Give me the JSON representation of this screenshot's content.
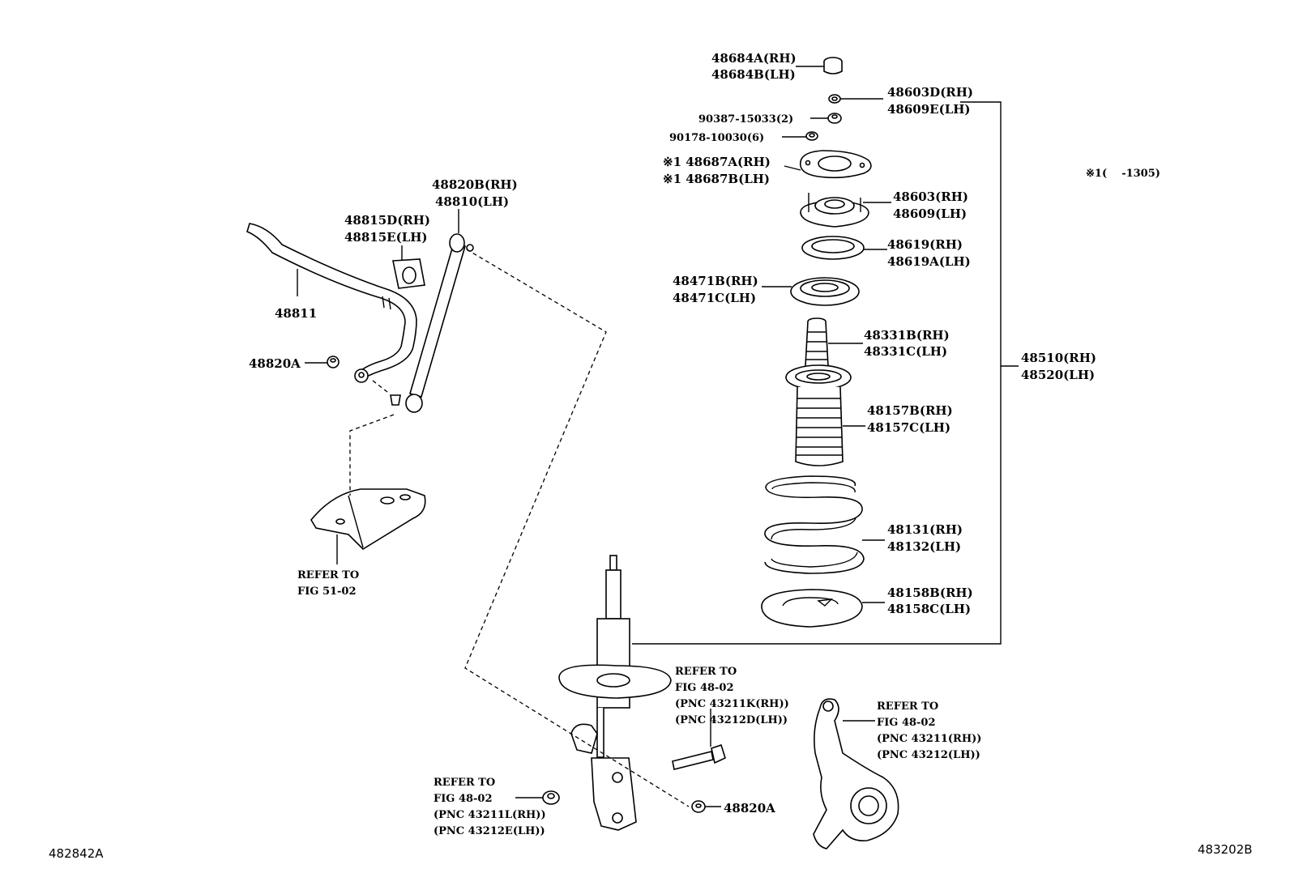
{
  "labels": {
    "l48684a": "48684A(RH)",
    "l48684b": "48684B(LH)",
    "l48603d": "48603D(RH)",
    "l48609e": "48609E(LH)",
    "l90387": "90387-15033(2)",
    "l90178": "90178-10030(6)",
    "l48687a": "※1 48687A(RH)",
    "l48687b": "※1 48687B(LH)",
    "l48603": "48603(RH)",
    "l48609": "48609(LH)",
    "l48619": "48619(RH)",
    "l48619a": "48619A(LH)",
    "l48471b": "48471B(RH)",
    "l48471c": "48471C(LH)",
    "l48331b": "48331B(RH)",
    "l48331c": "48331C(LH)",
    "l48510": "48510(RH)",
    "l48520": "48520(LH)",
    "l48157b": "48157B(RH)",
    "l48157c": "48157C(LH)",
    "l48131": "48131(RH)",
    "l48132": "48132(LH)",
    "l48158b": "48158B(RH)",
    "l48158c": "48158C(LH)",
    "l48820b": "48820B(RH)",
    "l48810": "48810(LH)",
    "l48815d": "48815D(RH)",
    "l48815e": "48815E(LH)",
    "l48811": "48811",
    "l48820a_top": "48820A",
    "l48820a_bot": "48820A",
    "note": "※1(    -1305)",
    "ref51_1": "REFER TO",
    "ref51_2": "FIG 51-02",
    "refA_1": "REFER TO",
    "refA_2": "FIG 48-02",
    "refA_3": "(PNC 43211K(RH))",
    "refA_4": "(PNC 43212D(LH))",
    "refB_1": "REFER TO",
    "refB_2": "FIG 48-02",
    "refB_3": "(PNC 43211(RH))",
    "refB_4": "(PNC 43212(LH))",
    "refC_1": "REFER TO",
    "refC_2": "FIG 48-02",
    "refC_3": "(PNC 43211L(RH))",
    "refC_4": "(PNC 43212E(LH))",
    "code_left": "482842A",
    "code_right": "483202B"
  }
}
